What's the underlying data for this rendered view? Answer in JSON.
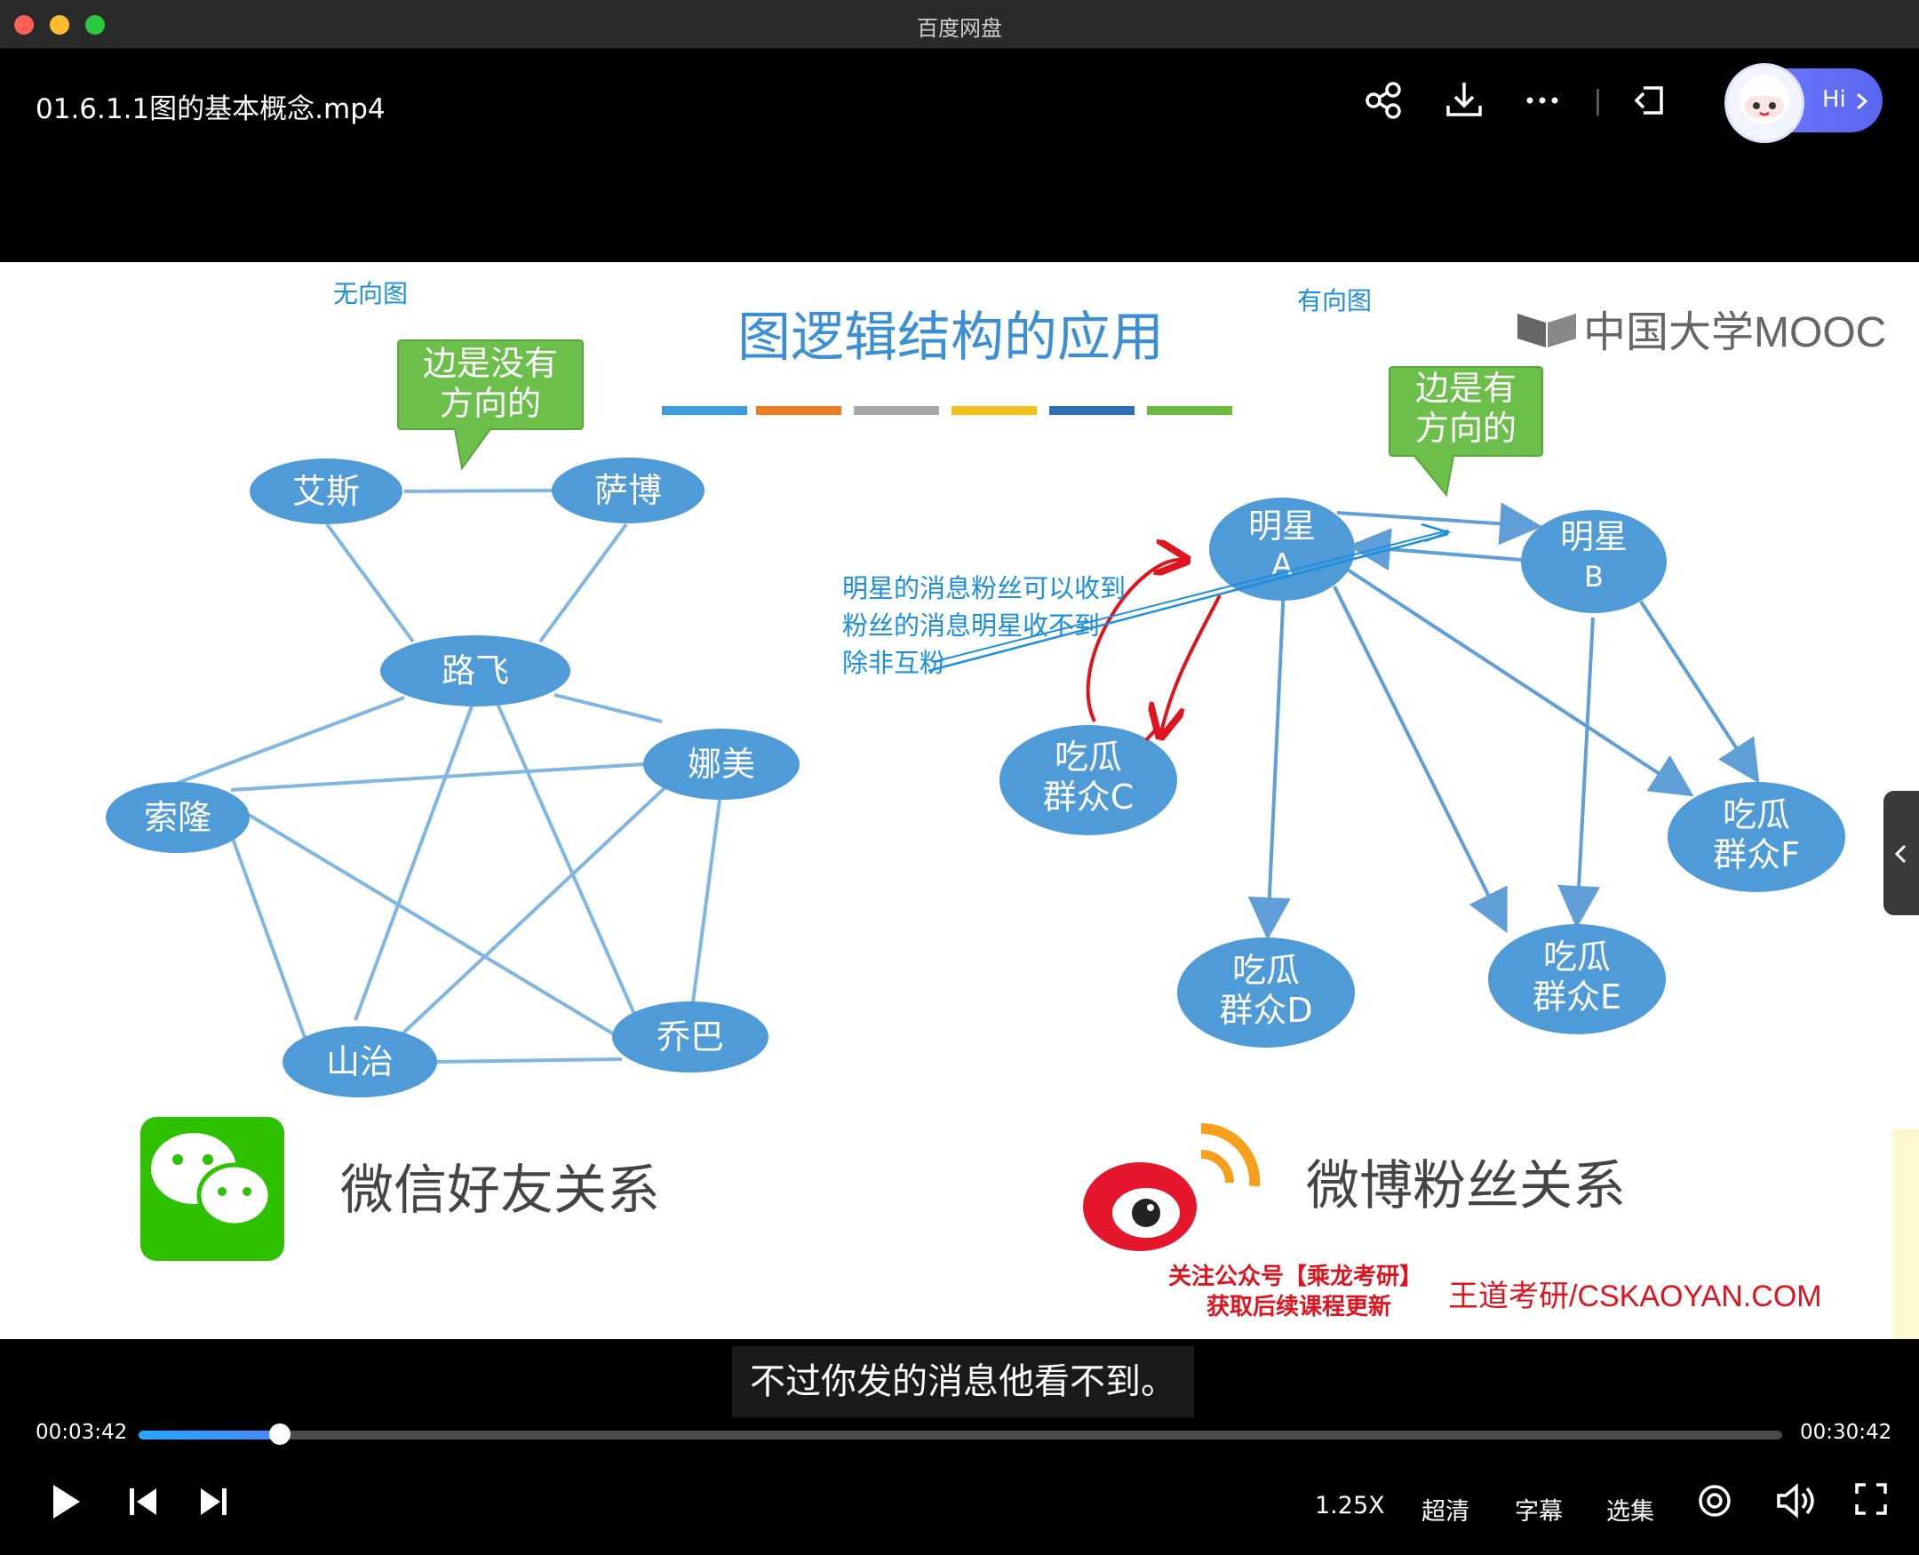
{
  "window": {
    "title": "百度网盘"
  },
  "header": {
    "file_title": "01.6.1.1图的基本概念.mp4",
    "assistant_label": "Hi"
  },
  "slide": {
    "title": "图逻辑结构的应用",
    "brand_mooc": "中国大学MOOC",
    "undirected_label": "无向图",
    "directed_label": "有向图",
    "callout_left": [
      "边是没有",
      "方向的"
    ],
    "callout_right": [
      "边是有",
      "方向的"
    ],
    "left_nodes": {
      "aisi": "艾斯",
      "sabo": "萨博",
      "lufei": "路飞",
      "namei": "娜美",
      "suolong": "索隆",
      "shanzhi": "山治",
      "qiaoba": "乔巴"
    },
    "right_nodes": {
      "star_a": [
        "明星",
        "A"
      ],
      "star_b": [
        "明星",
        "B"
      ],
      "fan_c": [
        "吃瓜",
        "群众C"
      ],
      "fan_d": [
        "吃瓜",
        "群众D"
      ],
      "fan_e": [
        "吃瓜",
        "群众E"
      ],
      "fan_f": [
        "吃瓜",
        "群众F"
      ]
    },
    "annotation": [
      "明星的消息粉丝可以收到",
      "粉丝的消息明星收不到",
      "除非互粉"
    ],
    "wechat_caption": "微信好友关系",
    "weibo_caption": "微博粉丝关系",
    "promo": [
      "关注公众号【乘龙考研】",
      "获取后续课程更新"
    ],
    "site": "王道考研/CSKAOYAN.COM",
    "colors": {
      "node": "#4f9bd7",
      "edge": "#7fb6e2",
      "callout": "#6cbf4a",
      "title": "#3b8fd4",
      "annotation": "#1a8fe0",
      "red_ink": "#e0141e"
    }
  },
  "player": {
    "subtitle": "不过你发的消息他看不到。",
    "current_time": "00:03:42",
    "total_time": "00:30:42",
    "progress_percent": 8.6,
    "speed": "1.25X",
    "quality": "超清",
    "captions": "字幕",
    "episodes": "选集"
  }
}
